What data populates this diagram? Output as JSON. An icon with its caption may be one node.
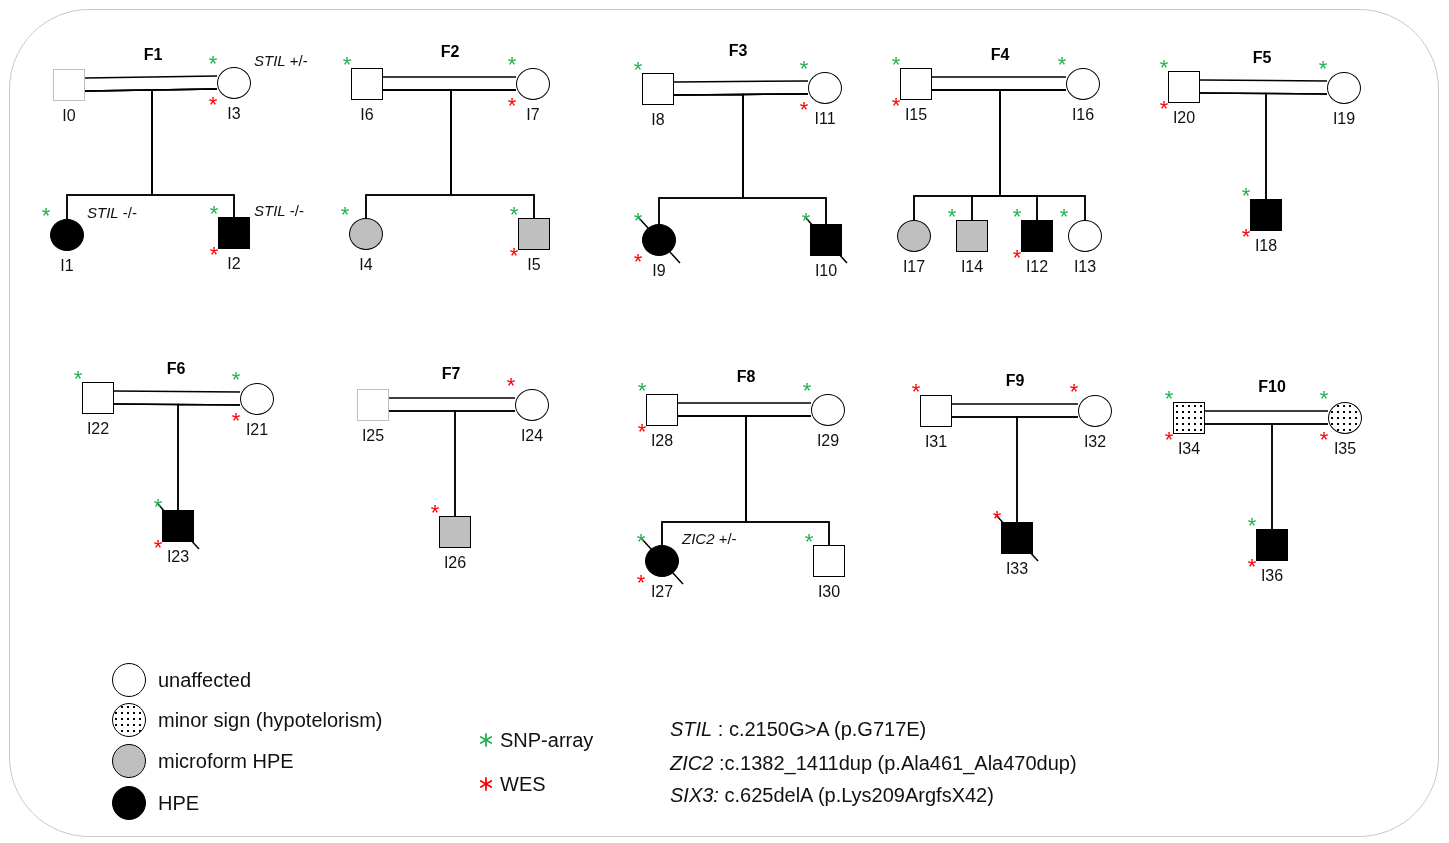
{
  "diagram": {
    "nodes": [
      {
        "text": [],
        "shape": "box",
        "beside": [
          "I0"
        ]
      },
      {
        "text": [],
        "shape": "circle",
        "beside": [
          "*",
          "*",
          "I3",
          "*STIL* +/-"
        ]
      },
      {
        "text": [],
        "shape": "circle",
        "beside": [
          "*",
          "I1",
          "*STIL* -/-"
        ]
      },
      {
        "text": [],
        "shape": "box",
        "beside": [
          "*",
          "*",
          "I2",
          "*STIL* -/-"
        ]
      },
      {
        "text": [],
        "shape": "box",
        "beside": [
          "*",
          "I6"
        ]
      },
      {
        "text": [],
        "shape": "circle",
        "beside": [
          "*",
          "*",
          "I7"
        ]
      },
      {
        "text": [],
        "shape": "circle",
        "beside": [
          "*",
          "I4"
        ]
      },
      {
        "text": [],
        "shape": "box",
        "beside": [
          "*",
          "*",
          "I5"
        ]
      },
      {
        "text": [],
        "shape": "box",
        "beside": [
          "*",
          "I8"
        ]
      },
      {
        "text": [],
        "shape": "circle",
        "beside": [
          "*",
          "*",
          "I11"
        ]
      },
      {
        "text": [],
        "shape": "circle",
        "beside": [
          "*",
          "*",
          "I9"
        ]
      },
      {
        "text": [],
        "shape": "box",
        "beside": [
          "*",
          "I10"
        ]
      },
      {
        "text": [],
        "shape": "box",
        "beside": [
          "*",
          "*",
          "I15"
        ]
      },
      {
        "text": [],
        "shape": "circle",
        "beside": [
          "*",
          "I16"
        ]
      },
      {
        "text": [],
        "shape": "circle",
        "beside": [
          "I17"
        ]
      },
      {
        "text": [],
        "shape": "box",
        "beside": [
          "*",
          "I14"
        ]
      },
      {
        "text": [],
        "shape": "box",
        "beside": [
          "*",
          "*",
          "I12"
        ]
      },
      {
        "text": [],
        "shape": "circle",
        "beside": [
          "*",
          "I13"
        ]
      },
      {
        "text": [],
        "shape": "box",
        "beside": [
          "*",
          "*",
          "I20"
        ]
      },
      {
        "text": [],
        "shape": "circle",
        "beside": [
          "*",
          "I19"
        ]
      },
      {
        "text": [],
        "shape": "box",
        "beside": [
          "*",
          "*",
          "I18"
        ]
      },
      {
        "text": [],
        "shape": "box",
        "beside": [
          "*",
          "I22"
        ]
      },
      {
        "text": [],
        "shape": "circle",
        "beside": [
          "*",
          "*",
          "I21"
        ]
      },
      {
        "text": [],
        "shape": "box",
        "beside": [
          "*",
          "*",
          "I23"
        ]
      },
      {
        "text": [],
        "shape": "box",
        "beside": [
          "I25"
        ]
      },
      {
        "text": [],
        "shape": "circle",
        "beside": [
          "*",
          "I24"
        ]
      },
      {
        "text": [],
        "shape": "box",
        "beside": [
          "*",
          "I26"
        ]
      },
      {
        "text": [],
        "shape": "box",
        "beside": [
          "*",
          "*",
          "I28"
        ]
      },
      {
        "text": [],
        "shape": "circle",
        "beside": [
          "*",
          "I29"
        ]
      },
      {
        "text": [],
        "shape": "circle",
        "beside": [
          "*",
          "*",
          "I27",
          "*ZIC2* +/-"
        ]
      },
      {
        "text": [],
        "shape": "box",
        "beside": [
          "*",
          "I30"
        ]
      },
      {
        "text": [],
        "shape": "box",
        "beside": [
          "*",
          "I31"
        ]
      },
      {
        "text": [],
        "shape": "circle",
        "beside": [
          "*",
          "I32"
        ]
      },
      {
        "text": [],
        "shape": "box",
        "beside": [
          "*",
          "I33"
        ]
      },
      {
        "text": [],
        "shape": "box",
        "beside": [
          "*",
          "*",
          "I34"
        ]
      },
      {
        "text": [],
        "shape": "circle",
        "beside": [
          "*",
          "*",
          "I35"
        ]
      },
      {
        "text": [],
        "shape": "box",
        "beside": [
          "*",
          "*",
          "I36"
        ]
      }
    ],
    "edges": [
      {
        "from": 0,
        "to": 1,
        "arrow": "none"
      },
      {
        "from": 0,
        "to": 2,
        "arrow": "none"
      },
      {
        "from": 1,
        "to": 2,
        "arrow": "none"
      },
      {
        "from": 0,
        "to": 3,
        "arrow": "none"
      },
      {
        "from": 1,
        "to": 3,
        "arrow": "none"
      },
      {
        "from": 4,
        "to": 5,
        "arrow": "none"
      },
      {
        "from": 4,
        "to": 6,
        "arrow": "none"
      },
      {
        "from": 5,
        "to": 6,
        "arrow": "none"
      },
      {
        "from": 4,
        "to": 7,
        "arrow": "none"
      },
      {
        "from": 5,
        "to": 7,
        "arrow": "none"
      },
      {
        "from": 8,
        "to": 9,
        "arrow": "none"
      },
      {
        "from": 8,
        "to": 10,
        "arrow": "none"
      },
      {
        "from": 9,
        "to": 10,
        "arrow": "none"
      },
      {
        "from": 8,
        "to": 11,
        "arrow": "none"
      },
      {
        "from": 9,
        "to": 11,
        "arrow": "none"
      },
      {
        "from": 12,
        "to": 13,
        "arrow": "none"
      },
      {
        "from": 12,
        "to": 14,
        "arrow": "none"
      },
      {
        "from": 13,
        "to": 14,
        "arrow": "none"
      },
      {
        "from": 12,
        "to": 15,
        "arrow": "none"
      },
      {
        "from": 13,
        "to": 15,
        "arrow": "none"
      },
      {
        "from": 12,
        "to": 16,
        "arrow": "none"
      },
      {
        "from": 13,
        "to": 16,
        "arrow": "none"
      },
      {
        "from": 12,
        "to": 17,
        "arrow": "none"
      },
      {
        "from": 13,
        "to": 17,
        "arrow": "none"
      },
      {
        "from": 18,
        "to": 19,
        "arrow": "none"
      },
      {
        "from": 18,
        "to": 20,
        "arrow": "none"
      },
      {
        "from": 19,
        "to": 20,
        "arrow": "none"
      },
      {
        "from": 21,
        "to": 22,
        "arrow": "none"
      },
      {
        "from": 21,
        "to": 23,
        "arrow": "none"
      },
      {
        "from": 22,
        "to": 23,
        "arrow": "none"
      },
      {
        "from": 24,
        "to": 25,
        "arrow": "none"
      },
      {
        "from": 24,
        "to": 26,
        "arrow": "none"
      },
      {
        "from": 25,
        "to": 26,
        "arrow": "none"
      },
      {
        "from": 27,
        "to": 28,
        "arrow": "none"
      },
      {
        "from": 27,
        "to": 29,
        "arrow": "none"
      },
      {
        "from": 28,
        "to": 29,
        "arrow": "none"
      },
      {
        "from": 27,
        "to": 30,
        "arrow": "none"
      },
      {
        "from": 28,
        "to": 30,
        "arrow": "none"
      },
      {
        "from": 31,
        "to": 32,
        "arrow": "none"
      },
      {
        "from": 31,
        "to": 33,
        "arrow": "none"
      },
      {
        "from": 32,
        "to": 33,
        "arrow": "none"
      },
      {
        "from": 34,
        "to": 35,
        "arrow": "none"
      },
      {
        "from": 34,
        "to": 36,
        "arrow": "none"
      },
      {
        "from": 35,
        "to": 36,
        "arrow": "none"
      }
    ],
    "labels": [
      "F1",
      "F2",
      "F3",
      "F4",
      "F5",
      "F6",
      "F7",
      "F8",
      "F9",
      "F10",
      "*STIL* : c.2150G>A (p.G717E)",
      "*ZIC2* :c.1382_1411dup (p.Ala461_Ala470dup)",
      "*SIX3:* c.625delA (p.Lys209ArgfsX42)"
    ],
    "legend": [
      {
        "text": "unaffected",
        "color": "#ffffff"
      },
      {
        "text": "minor sign (hypotelorism)"
      },
      {
        "text": "microform HPE",
        "color": "#bfbfbf"
      },
      {
        "text": "HPE",
        "color": "#000000"
      },
      {
        "text": "SNP-array",
        "color": "#22b14c"
      },
      {
        "text": "WES",
        "color": "#ff0000"
      }
    ]
  }
}
